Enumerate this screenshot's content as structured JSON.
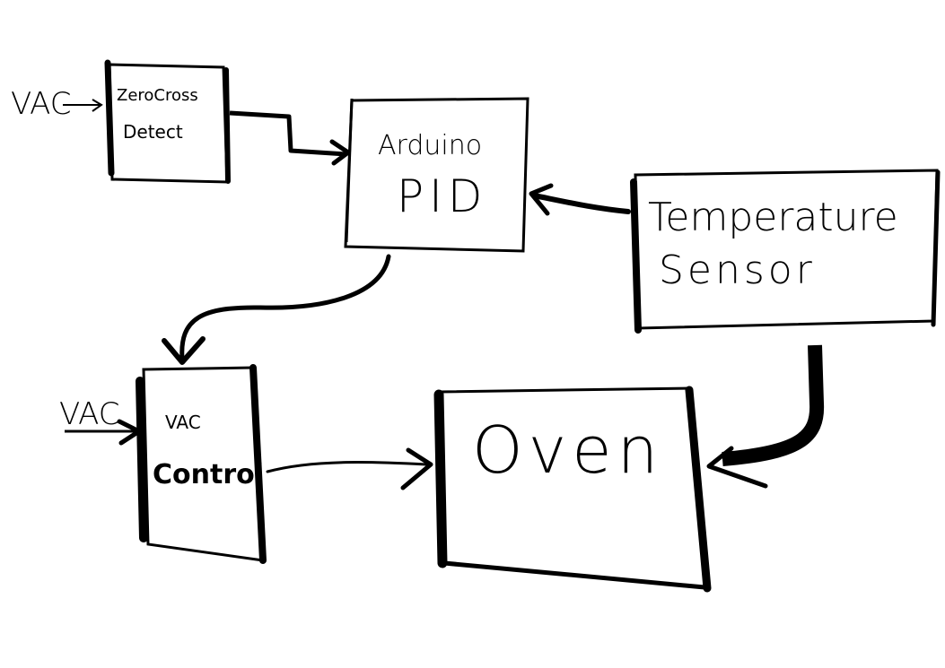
{
  "diagram": {
    "inputs": {
      "vac_top": "VAC",
      "vac_bottom": "VAC"
    },
    "blocks": {
      "zero_cross": {
        "line1": "ZeroCross",
        "line2": "Detect"
      },
      "arduino": {
        "line1": "Arduino",
        "line2": "PID"
      },
      "temp_sensor": {
        "line1": "Temperature",
        "line2": "Sensor"
      },
      "vac_control": {
        "line1": "VAC",
        "line2": "Control"
      },
      "oven": {
        "line1": "Oven"
      }
    },
    "connections": [
      {
        "from": "VAC",
        "to": "Zero Cross Detect"
      },
      {
        "from": "Zero Cross Detect",
        "to": "Arduino PID"
      },
      {
        "from": "Temperature Sensor",
        "to": "Arduino PID"
      },
      {
        "from": "Arduino PID",
        "to": "VAC Control"
      },
      {
        "from": "VAC",
        "to": "VAC Control"
      },
      {
        "from": "VAC Control",
        "to": "Oven"
      },
      {
        "from": "Temperature Sensor",
        "to": "Oven"
      }
    ]
  }
}
